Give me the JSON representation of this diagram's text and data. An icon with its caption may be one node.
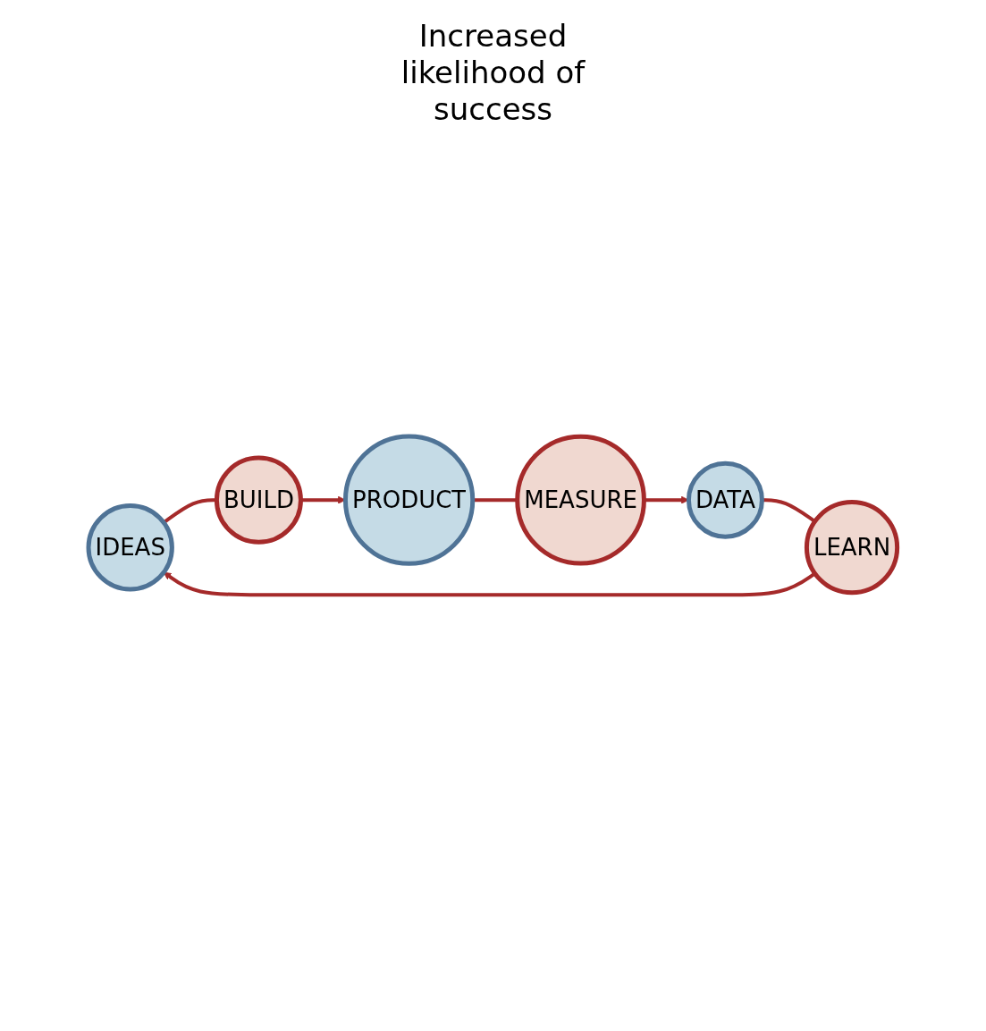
{
  "diagram": {
    "nodes": [
      {
        "text": [
          "IDEAS"
        ]
      },
      {
        "text": [
          "BUILD"
        ]
      },
      {
        "text": [
          "PRODUCT"
        ]
      },
      {
        "text": [
          "MEASURE"
        ]
      },
      {
        "text": [
          "DATA"
        ]
      },
      {
        "text": [
          "LEARN"
        ]
      }
    ],
    "edges": [
      {
        "from": 0,
        "to": 1,
        "arrow": "none"
      },
      {
        "from": 1,
        "to": 2,
        "arrow": "to"
      },
      {
        "from": 2,
        "to": 3,
        "arrow": "none"
      },
      {
        "from": 3,
        "to": 4,
        "arrow": "to"
      },
      {
        "from": 4,
        "to": 5,
        "arrow": "none"
      },
      {
        "from": 5,
        "to": 0,
        "arrow": "to"
      }
    ],
    "labels": [
      "Increased likelihood of success"
    ]
  }
}
